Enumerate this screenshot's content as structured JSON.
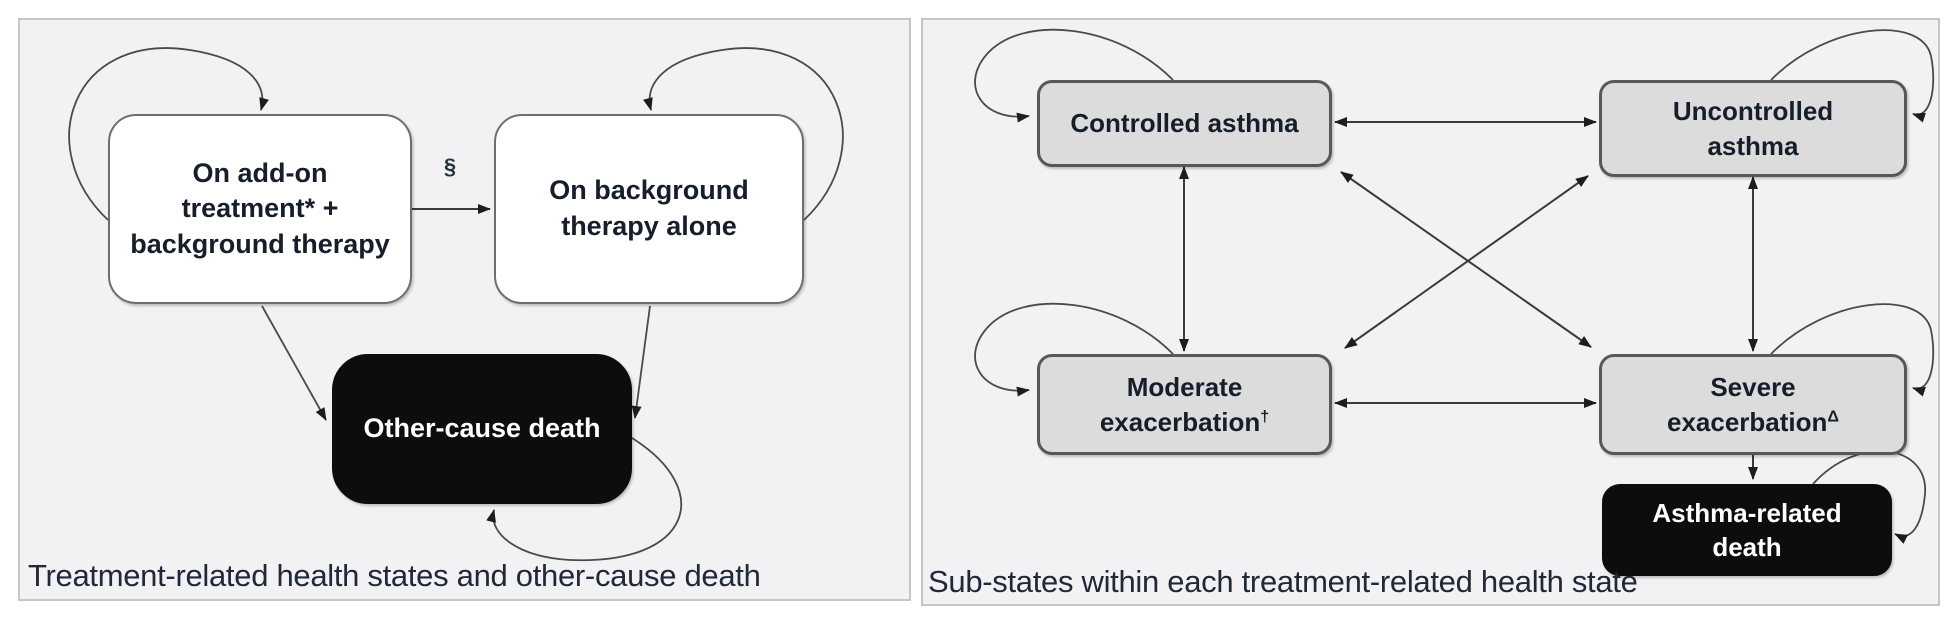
{
  "left_panel": {
    "caption": "Treatment-related health states and other-cause death",
    "transition_label": "§",
    "boxes": {
      "add_on": {
        "line1": "On add-on",
        "line2": "treatment* +",
        "line3": "background therapy"
      },
      "background_alone": {
        "line1": "On background",
        "line2": "therapy alone"
      },
      "other_cause_death": {
        "label": "Other-cause death"
      }
    }
  },
  "right_panel": {
    "caption": "Sub-states within each treatment-related health state",
    "boxes": {
      "controlled": {
        "label": "Controlled asthma"
      },
      "uncontrolled": {
        "line1": "Uncontrolled",
        "line2": "asthma"
      },
      "moderate": {
        "line1": "Moderate",
        "line2": "exacerbation",
        "sup": "†"
      },
      "severe": {
        "line1": "Severe",
        "line2": "exacerbation",
        "sup": "Δ"
      },
      "asthma_death": {
        "line1": "Asthma-related",
        "line2": "death"
      }
    }
  },
  "colors": {
    "panel_background": "#f2f2f4",
    "panel_border": "#c6c6c8",
    "state_white_fill": "#ffffff",
    "state_gray_fill": "#dcdcdc",
    "state_black_fill": "#0d0d0d",
    "state_border": "#6e6e6e",
    "label_text": "#171e2b",
    "death_text": "#ffffff",
    "arrow": "#3a3a3a",
    "caption_text": "#212838"
  }
}
